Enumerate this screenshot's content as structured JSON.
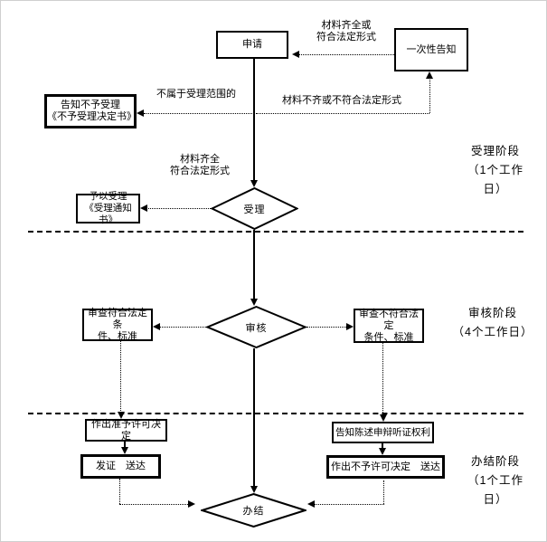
{
  "diagram": {
    "nodes": {
      "apply": "申请",
      "one_time_notice": "一次性告知",
      "reject_notice_line1": "告知不予受理",
      "reject_notice_line2": "《不予受理决定书》",
      "accept_notice_line1": "予以受理",
      "accept_notice_line2": "《受理通知书》",
      "accept": "受理",
      "review": "审核",
      "review_pass_line1": "审查符合法定条",
      "review_pass_line2": "件、标准",
      "review_fail_line1": "审查不符合法定",
      "review_fail_line2": "条件、标准",
      "grant": "作出准予许可决定",
      "issue": "发证　送达",
      "inform": "告知陈述申辩听证权利",
      "deny": "作出不予许可决定　送达",
      "finish": "办结"
    },
    "edge_labels": {
      "complete_or_line1": "材料齐全或",
      "complete_or_line2": "符合法定形式",
      "out_of_scope": "不属于受理范围的",
      "incomplete": "材料不齐或不符合法定形式",
      "complete_line1": "材料齐全",
      "complete_line2": "符合法定形式"
    },
    "stages": {
      "stage1_line1": "受理阶段",
      "stage1_line2": "（1个工作",
      "stage1_line3": "日）",
      "stage2_line1": "审核阶段",
      "stage2_line2": "（4个工作日）",
      "stage3_line1": "办结阶段",
      "stage3_line2": "（1个工作",
      "stage3_line3": "日）"
    },
    "colors": {
      "line": "#000000",
      "background": "#ffffff"
    }
  }
}
